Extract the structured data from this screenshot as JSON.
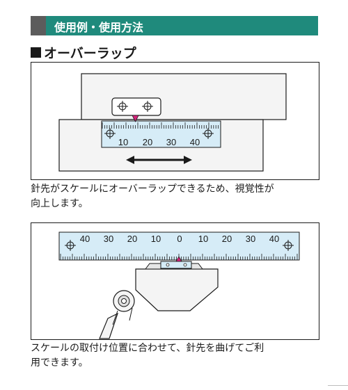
{
  "header": {
    "title": "使用例・使用方法"
  },
  "section": {
    "title": "オーバーラップ"
  },
  "figure1": {
    "scale_labels": [
      "10",
      "20",
      "30",
      "40"
    ]
  },
  "caption1": {
    "line1": "針先がスケールにオーバーラップできるため、視覚性が",
    "line2": "向上します。"
  },
  "figure2": {
    "scale_labels": [
      "40",
      "30",
      "20",
      "10",
      "0",
      "10",
      "20",
      "30",
      "40"
    ]
  },
  "caption2": {
    "line1": "スケールの取付け位置に合わせて、針先を曲げてご利",
    "line2": "用できます。"
  },
  "colors": {
    "header_bg": "#1f8a7c",
    "scale_fill": "#d6ecf7",
    "pointer": "#d4237a",
    "block_fill": "#f4f4f4"
  }
}
